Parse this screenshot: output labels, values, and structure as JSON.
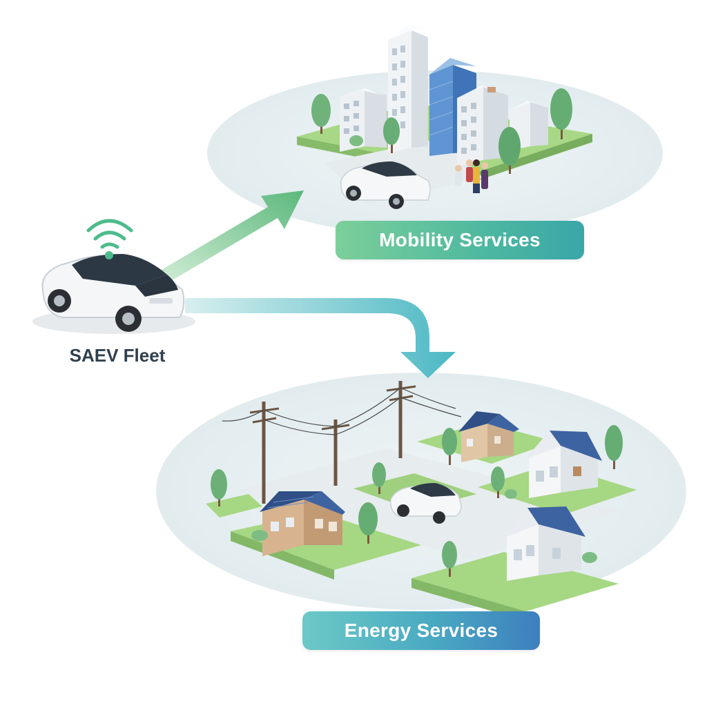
{
  "labels": {
    "fleet": "SAEV Fleet",
    "mobility": "Mobility Services",
    "energy": "Energy Services"
  },
  "colors": {
    "green_arrow": "#6cc28a",
    "teal_arrow": "#5cbfc0",
    "platform_bg": "#eaf2f4",
    "grass": "#9fd37f",
    "car_body": "#f4f6f8",
    "solar_panel": "#3d5f9c",
    "wifi": "#4dbb8c"
  }
}
